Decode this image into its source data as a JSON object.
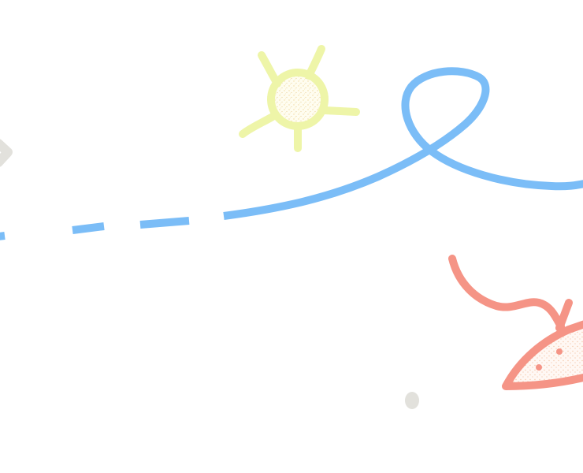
{
  "palette": {
    "background": "#ffffff",
    "string_blue": "#7bbdf7",
    "sun_yellow": "#eef5a8",
    "mouse_coral": "#f59486",
    "pebble_gray": "#e2e1dc"
  },
  "elements": [
    {
      "name": "blue-dashed-string",
      "kind": "doodle-line"
    },
    {
      "name": "yellow-sun-doodle",
      "kind": "doodle-icon"
    },
    {
      "name": "coral-mouse-doodle",
      "kind": "doodle-icon"
    },
    {
      "name": "gray-chevron-mark",
      "kind": "doodle-mark"
    },
    {
      "name": "gray-pebble-dot",
      "kind": "doodle-mark"
    }
  ]
}
